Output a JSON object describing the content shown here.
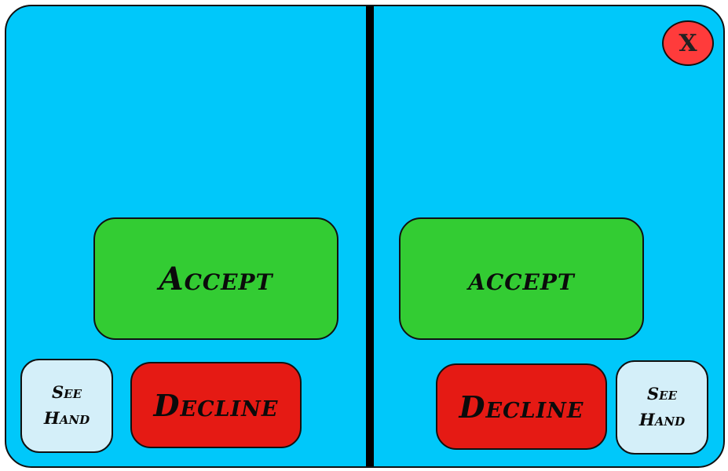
{
  "left_panel": {
    "accept_label": "Accept",
    "decline_label": "Decline",
    "see_hand_label": "See\nHand"
  },
  "right_panel": {
    "accept_label": "accept",
    "decline_label": "Decline",
    "see_hand_label": "See\nHand"
  },
  "close_label": "X",
  "colors": {
    "background": "#00c8fa",
    "accept": "#33cc33",
    "decline": "#e51a14",
    "see_hand": "#d4eff9",
    "close": "#ff3b3b",
    "divider": "#000000"
  }
}
